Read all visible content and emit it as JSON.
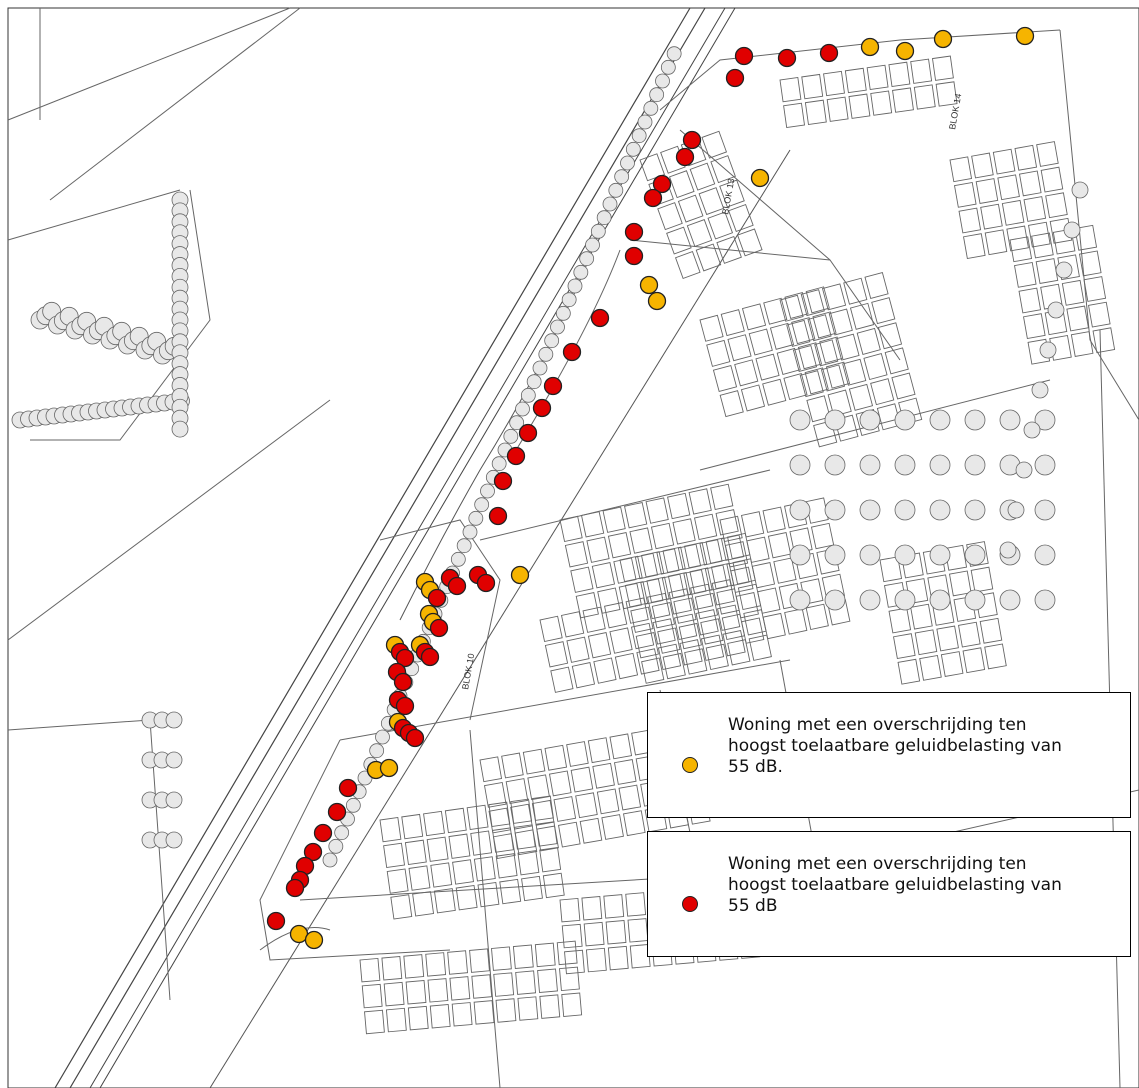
{
  "colors": {
    "yellow_marker": "#f6b400",
    "red_marker": "#e00000",
    "linework": "#555555",
    "background": "#ffffff"
  },
  "map_labels": [
    "BLOK 14",
    "BLOK 13",
    "BLOK 10"
  ],
  "legend": {
    "items": [
      {
        "color": "#f6b400",
        "text": "Woning met een overschrijding ten hoogst toelaatbare geluidbelasting van 55 dB."
      },
      {
        "color": "#e00000",
        "text": "Woning met een overschrijding ten hoogst toelaatbare geluidbelasting van 55 dB"
      }
    ]
  }
}
